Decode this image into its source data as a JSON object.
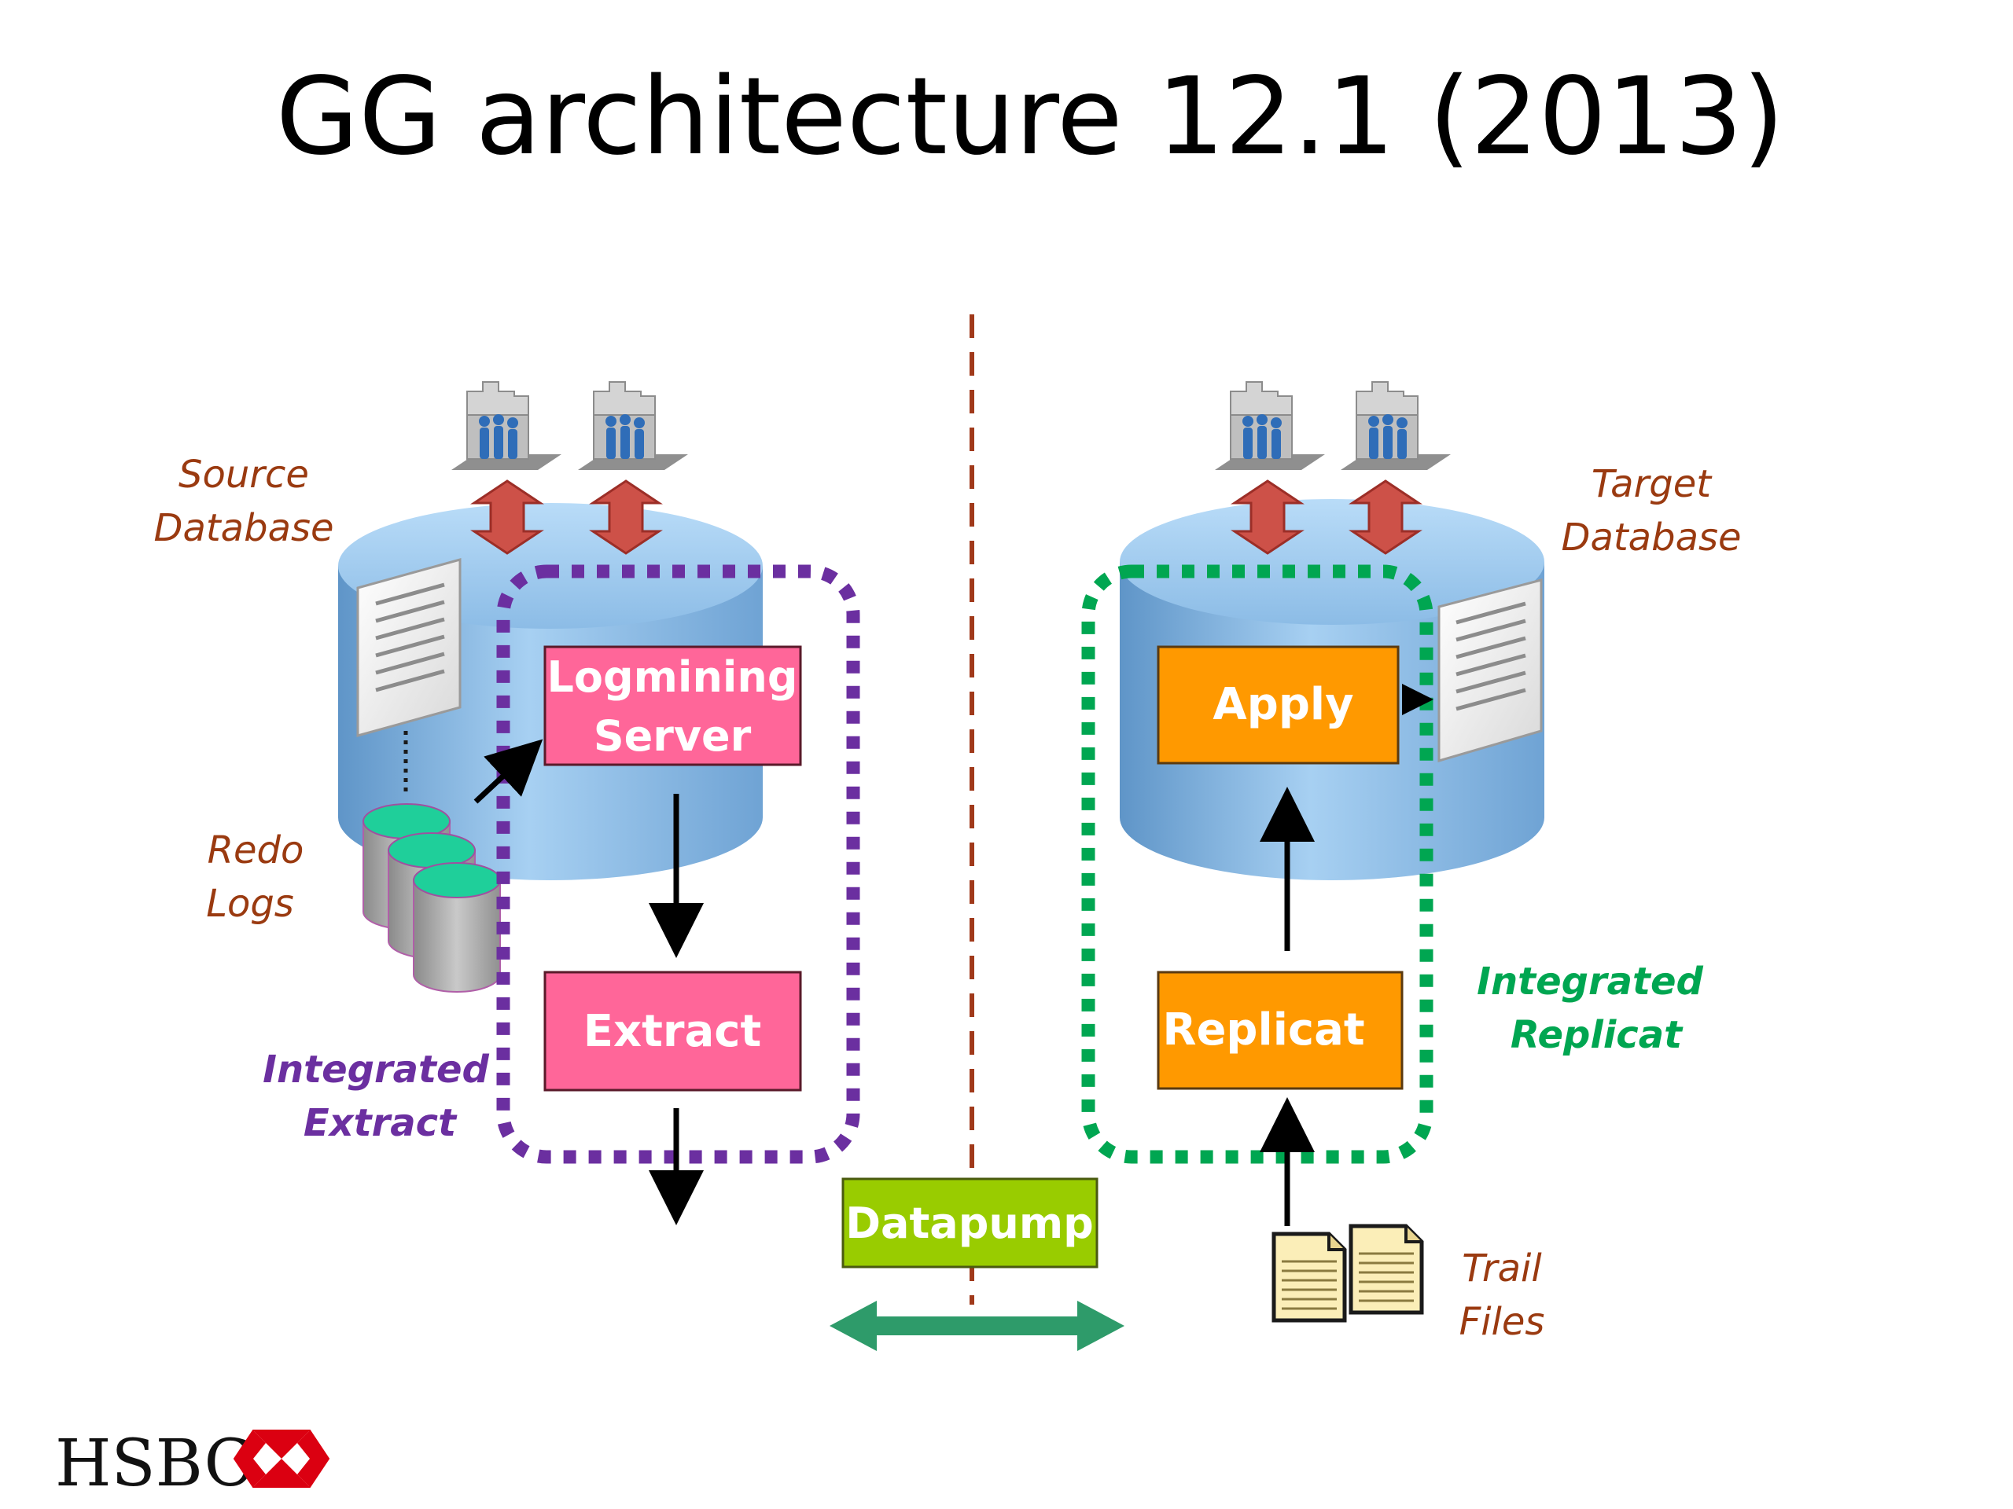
{
  "title": "GG architecture 12.1 (2013)",
  "labels": {
    "source_database": [
      "Source",
      "Database"
    ],
    "target_database": [
      "Target",
      "Database"
    ],
    "redo_logs": [
      "Redo",
      "Logs"
    ],
    "integrated_extract": [
      "Integrated",
      "Extract"
    ],
    "integrated_replicat": [
      "Integrated",
      "Replicat"
    ],
    "trail_files": [
      "Trail",
      "Files"
    ]
  },
  "boxes": {
    "logmining_server": [
      "Logmining",
      "Server"
    ],
    "extract": "Extract",
    "apply": "Apply",
    "replicat": "Replicat",
    "datapump": "Datapump"
  },
  "logo": {
    "text": "HSBC"
  },
  "colors": {
    "label_brown": "#9a3a10",
    "extract_purple": "#6b2fa0",
    "replicat_green": "#00a651",
    "pink_box": "#ff6699",
    "orange_box": "#ff9900",
    "green_box": "#99cc00",
    "divider": "#a0391a",
    "db_blue": "#8fbde6",
    "double_arrow_red": "#cd5148",
    "datapump_arrow": "#2e9b6a",
    "hsbc_red": "#db0011"
  },
  "icons": [
    "users-group-icon",
    "document-icon",
    "redo-log-cylinder-icon",
    "trail-file-icon",
    "hsbc-hexagon-icon"
  ]
}
